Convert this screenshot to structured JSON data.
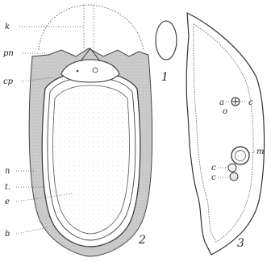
{
  "figure": {
    "labels": {
      "k": "k",
      "pn": "pn",
      "cp": "cp",
      "n": "n",
      "t": "t.",
      "e": "e",
      "b": "b",
      "a_upper": "a",
      "c_upper": "c",
      "o": "o",
      "m": "m",
      "c1": "c",
      "c2": "c"
    },
    "numbers": {
      "fig1": "1",
      "fig2": "2",
      "fig3": "3"
    }
  }
}
